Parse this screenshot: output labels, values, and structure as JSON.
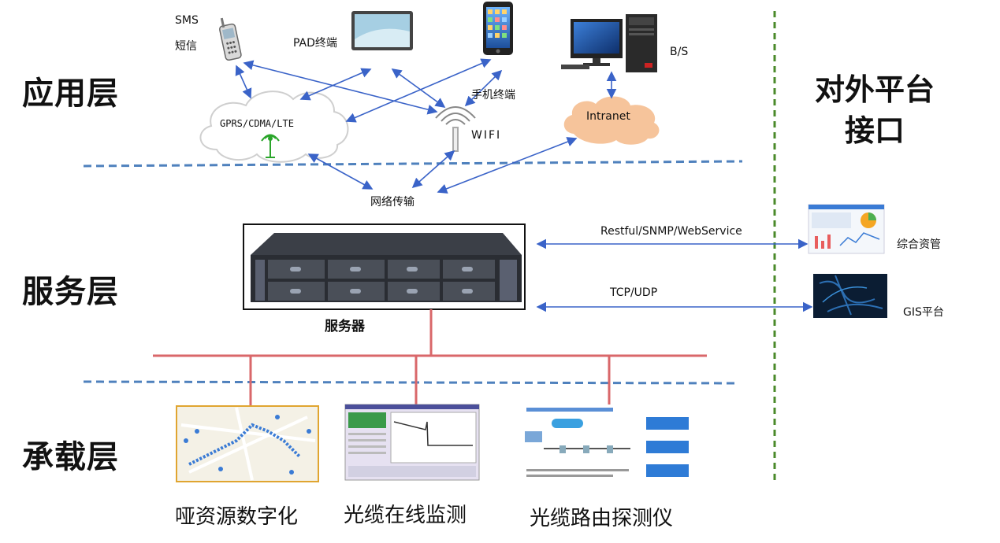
{
  "layers": {
    "app": "应用层",
    "service": "服务层",
    "carrier": "承载层"
  },
  "right_title": {
    "line1": "对外平台",
    "line2": "接口"
  },
  "devices": {
    "sms_line1": "SMS",
    "sms_line2": "短信",
    "pad": "PAD终端",
    "bs": "B/S",
    "phone": "手机终端",
    "wifi": "WIFI",
    "cloud": "GPRS/CDMA/LTE",
    "intranet": "Intranet",
    "network": "网络传输"
  },
  "service": {
    "server": "服务器",
    "protocol1": "Restful/SNMP/WebService",
    "protocol2": "TCP/UDP",
    "platform1": "综合资管",
    "platform2": "GIS平台"
  },
  "carrier": {
    "item1": "哑资源数字化",
    "item2": "光缆在线监测",
    "item3": "光缆路由探测仪"
  },
  "colors": {
    "arrow": "#3a63c8",
    "dashed_blue": "#4f81bd",
    "dashed_green": "#4a8a2a",
    "red_line": "#d9676a",
    "intranet_cloud": "#f6c49b"
  }
}
